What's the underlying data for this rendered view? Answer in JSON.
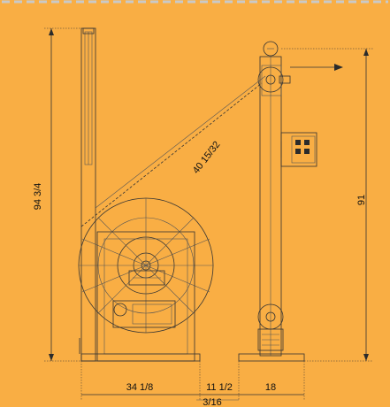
{
  "colors": {
    "background": "#F9AE44",
    "outer_border": "#FFFFFF",
    "dash_border": "#C9C9C9",
    "drawing_fill": "#FFFFFF",
    "drawing_stroke": "#2B2B2B",
    "dimension_text": "#111111"
  },
  "dimensions": {
    "total_height": "94 3/4",
    "diagonal_reach": "40 15/32",
    "column_height": "91",
    "reel_width": "34 1/8",
    "gap_width": "11 1/2",
    "gap_fraction": "3/16",
    "column_base_width": "18"
  }
}
